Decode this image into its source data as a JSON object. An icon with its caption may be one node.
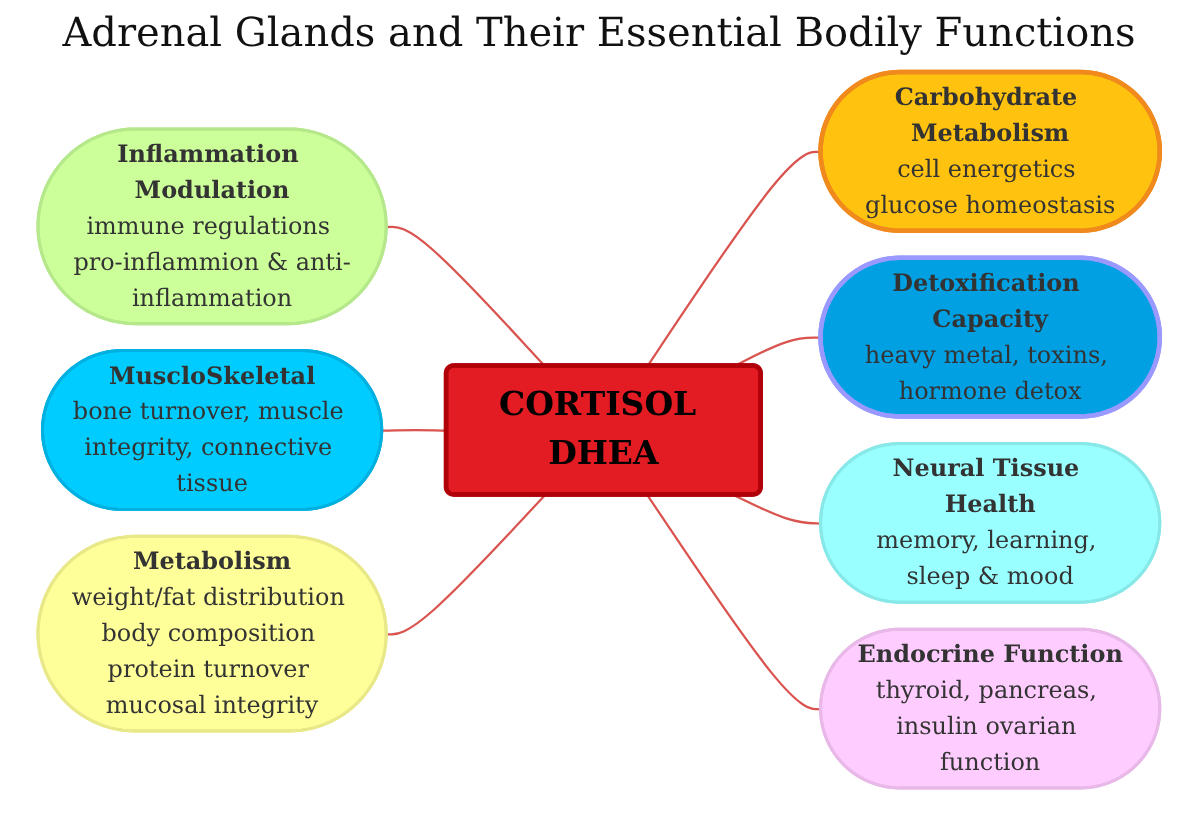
{
  "diagram": {
    "title": "Adrenal Glands and Their Essential Bodily Functions",
    "nodes": [
      {
        "text": [
          "Carbohydrate Metabolism",
          "cell energetics glucose homeostasis"
        ]
      },
      {
        "text": [
          "Inflammation Modulation",
          "immune regulations pro-inflammion & anti-inflammation"
        ]
      },
      {
        "text": [
          "Detoxification Capacity",
          "heavy metal, toxins, hormone detox"
        ]
      },
      {
        "text": [
          "CORTISOL DHEA"
        ]
      },
      {
        "text": [
          "MuscloSkeletal",
          "bone turnover, muscle integrity, connective tissue"
        ]
      },
      {
        "text": [
          "Neural Tissue Health",
          "memory, learning, sleep & mood"
        ]
      },
      {
        "text": [
          "Metabolism",
          "weight/fat distribution body composition protein turnover mucosal integrity"
        ]
      },
      {
        "text": [
          "Endocrine Function",
          "thyroid, pancreas, insulin ovarian function"
        ]
      }
    ],
    "edges": [
      {
        "from": 3,
        "to": 0,
        "arrow": "none"
      },
      {
        "from": 3,
        "to": 1,
        "arrow": "none"
      },
      {
        "from": 3,
        "to": 2,
        "arrow": "none"
      },
      {
        "from": 3,
        "to": 4,
        "arrow": "none"
      },
      {
        "from": 3,
        "to": 5,
        "arrow": "none"
      },
      {
        "from": 3,
        "to": 6,
        "arrow": "none"
      },
      {
        "from": 3,
        "to": 7,
        "arrow": "none"
      }
    ]
  }
}
